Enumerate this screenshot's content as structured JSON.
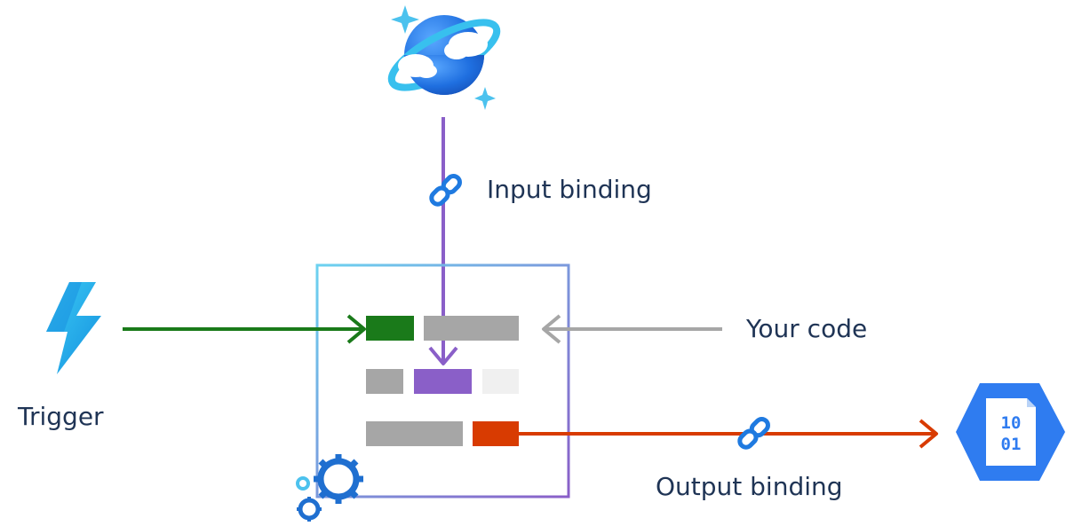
{
  "labels": {
    "input_binding": "Input binding",
    "your_code": "Your code",
    "trigger": "Trigger",
    "output_binding": "Output binding"
  },
  "storage_icon": {
    "line1": "10",
    "line2": "01"
  },
  "icons": {
    "database": "cosmos-db-planet-icon",
    "trigger": "lightning-bolt-icon",
    "output": "blob-storage-binary-icon",
    "binding": "chain-link-icon",
    "runtime": "gears-icon"
  },
  "colors": {
    "trigger_arrow": "#1a7a1a",
    "input_arrow": "#8a5fc8",
    "code_arrow": "#a6a6a6",
    "output_arrow": "#d83b01",
    "frame_start": "#6cd2f0",
    "frame_end": "#8a5fc8",
    "label_text": "#1f3455"
  }
}
